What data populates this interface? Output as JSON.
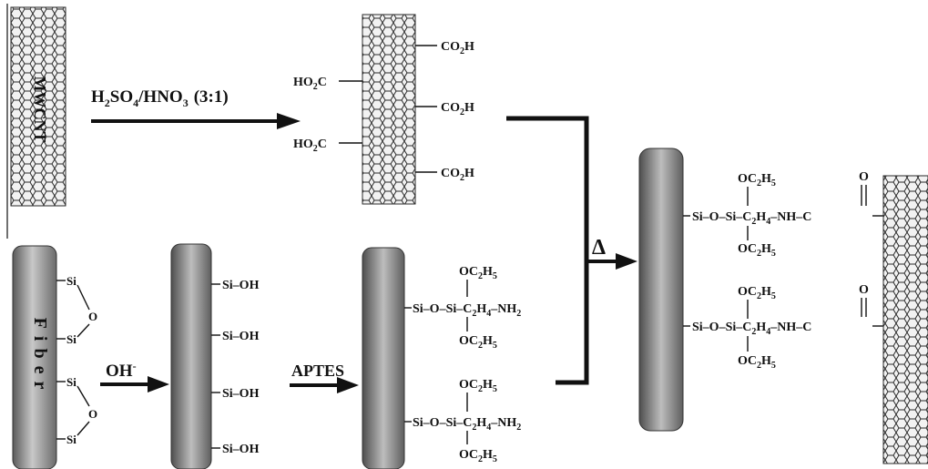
{
  "colors": {
    "ink": "#111111",
    "fiber_dark": "#5a5a5a",
    "fiber_light": "#c8c8c8",
    "nanotube_stroke": "#2a2a2a",
    "background": "#ffffff"
  },
  "nanotube": {
    "label": "MWCNT",
    "oxidized_left_groups": [
      "HO2C",
      "HO2C"
    ],
    "oxidized_right_groups": [
      "CO2H",
      "CO2H",
      "CO2H"
    ]
  },
  "steps": {
    "acid_treatment": {
      "reagent": "H2SO4/HNO3",
      "ratio": "(3:1)"
    },
    "hydroxylation": {
      "reagent": "OH-"
    },
    "silanization": {
      "reagent": "APTES"
    },
    "coupling": {
      "symbol": "Δ"
    }
  },
  "fiber": {
    "label": "Fiber",
    "surface_groups_raw": [
      "Si",
      "O",
      "Si",
      "Si",
      "O",
      "Si"
    ],
    "surface_groups_hydroxylated": [
      "Si–OH",
      "Si–OH",
      "Si–OH",
      "Si–OH"
    ],
    "silane_units": [
      {
        "top": "OC2H5",
        "chain": "Si–O–Si–C2H4–NH2",
        "bottom": "OC2H5"
      },
      {
        "top": "OC2H5",
        "chain": "Si–O–Si–C2H4–NH2",
        "bottom": "OC2H5"
      }
    ]
  },
  "product": {
    "linkages": [
      {
        "top": "OC2H5",
        "chain": "Si–O–Si–C2H4–NH–C",
        "bottom": "OC2H5",
        "carbonyl": "O"
      },
      {
        "top": "OC2H5",
        "chain": "Si–O–Si–C2H4–NH–C",
        "bottom": "OC2H5",
        "carbonyl": "O"
      }
    ]
  }
}
